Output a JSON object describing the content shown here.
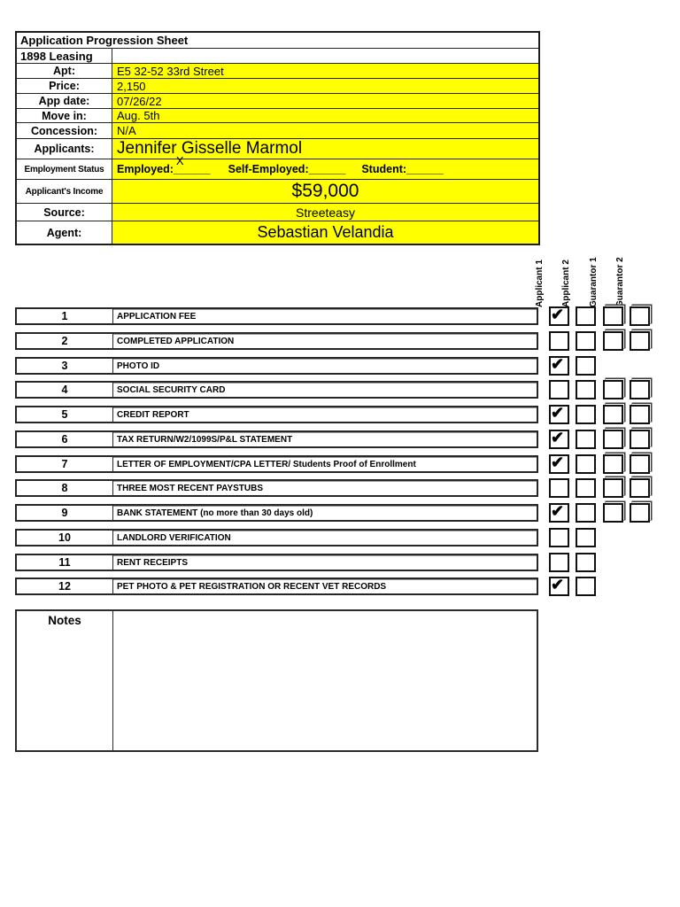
{
  "form": {
    "title": "Application Progression Sheet",
    "company": "1898 Leasing",
    "fields": [
      {
        "label": "Apt:",
        "value": "E5 32-52 33rd Street"
      },
      {
        "label": "Price:",
        "value": "2,150"
      },
      {
        "label": "App date:",
        "value": "07/26/22"
      },
      {
        "label": "Move in:",
        "value": "Aug. 5th"
      },
      {
        "label": "Concession:",
        "value": "N/A"
      }
    ],
    "applicants": {
      "label": "Applicants:",
      "value": "Jennifer Gisselle Marmol"
    },
    "employment_status": {
      "label": "Employment Status",
      "employed_label": "Employed:",
      "employed_mark": "X",
      "employed_blank": "______",
      "self_employed_label": "Self-Employed:",
      "self_employed_blank": "______",
      "student_label": "Student:",
      "student_blank": "______"
    },
    "income": {
      "label": "Applicant's Income",
      "value": "$59,000"
    },
    "source": {
      "label": "Source:",
      "value": "Streeteasy"
    },
    "agent": {
      "label": "Agent:",
      "value": "Sebastian Velandia"
    }
  },
  "checklist": {
    "columns": [
      "Applicant 1",
      "Applicant 2",
      "Guarantor 1",
      "Guarantor 2"
    ],
    "check_glyph": "✔",
    "items": [
      {
        "num": "1",
        "label": "APPLICATION FEE",
        "boxes": [
          "checked",
          "empty",
          "empty",
          "empty"
        ]
      },
      {
        "num": "2",
        "label": "COMPLETED APPLICATION",
        "boxes": [
          "empty",
          "empty",
          "empty",
          "empty"
        ]
      },
      {
        "num": "3",
        "label": "PHOTO ID",
        "boxes": [
          "checked",
          "empty"
        ]
      },
      {
        "num": "4",
        "label": "SOCIAL SECURITY CARD",
        "boxes": [
          "empty",
          "empty",
          "empty",
          "empty"
        ]
      },
      {
        "num": "5",
        "label": "CREDIT REPORT",
        "boxes": [
          "checked",
          "empty",
          "empty",
          "empty"
        ]
      },
      {
        "num": "6",
        "label": "TAX RETURN/W2/1099S/P&L STATEMENT",
        "boxes": [
          "checked",
          "empty",
          "empty",
          "empty"
        ]
      },
      {
        "num": "7",
        "label": "LETTER OF EMPLOYMENT/CPA LETTER/ Students Proof of Enrollment",
        "boxes": [
          "checked",
          "empty",
          "empty",
          "empty"
        ]
      },
      {
        "num": "8",
        "label": "THREE MOST RECENT PAYSTUBS",
        "boxes": [
          "empty",
          "empty",
          "empty",
          "empty"
        ]
      },
      {
        "num": "9",
        "label": "BANK STATEMENT (no more than 30 days old)",
        "boxes": [
          "checked",
          "empty",
          "empty",
          "empty"
        ]
      },
      {
        "num": "10",
        "label": "LANDLORD VERIFICATION",
        "boxes": [
          "empty",
          "empty"
        ]
      },
      {
        "num": "11",
        "label": "RENT RECEIPTS",
        "boxes": [
          "empty",
          "empty"
        ]
      },
      {
        "num": "12",
        "label": "PET PHOTO & PET REGISTRATION OR RECENT VET RECORDS",
        "boxes": [
          "checked",
          "empty"
        ]
      }
    ]
  },
  "notes": {
    "label": "Notes"
  },
  "colors": {
    "highlight": "#FFFF00",
    "ink": "#000000"
  }
}
